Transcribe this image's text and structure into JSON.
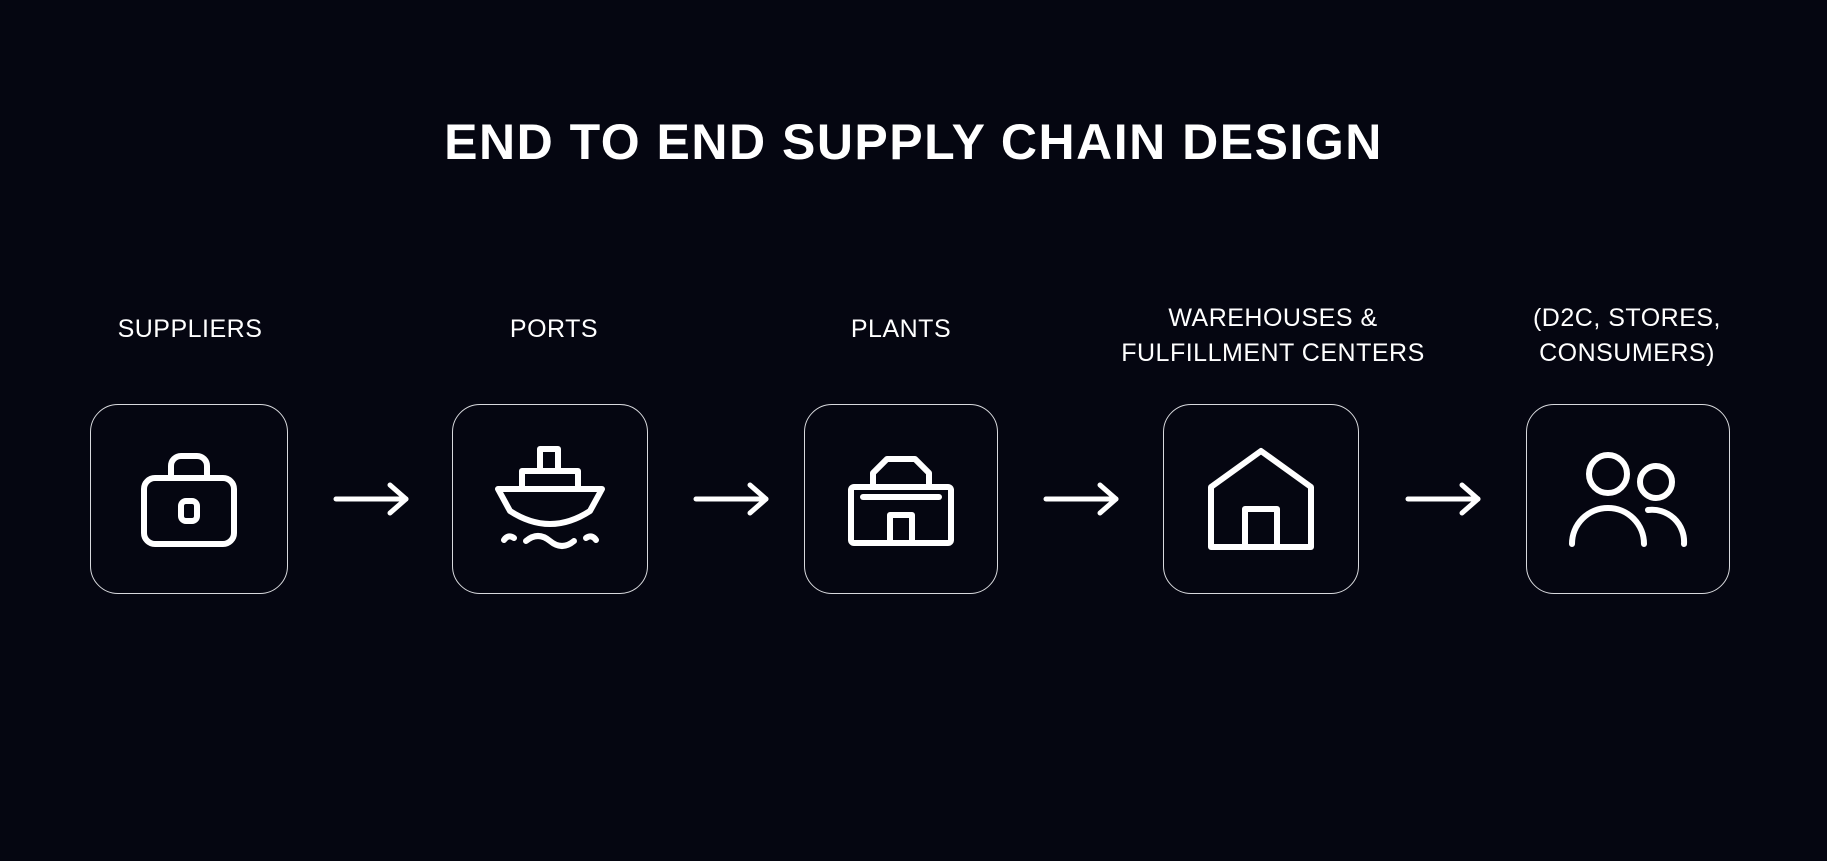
{
  "diagram": {
    "title": "END TO END SUPPLY CHAIN DESIGN",
    "stages": [
      {
        "label_lines": [
          "SUPPLIERS"
        ],
        "icon": "briefcase-icon"
      },
      {
        "label_lines": [
          "PORTS"
        ],
        "icon": "ship-icon"
      },
      {
        "label_lines": [
          "PLANTS"
        ],
        "icon": "plant-building-icon"
      },
      {
        "label_lines": [
          "WAREHOUSES &",
          "FULFILLMENT CENTERS"
        ],
        "icon": "house-icon"
      },
      {
        "label_lines": [
          "(D2C, STORES,",
          "CONSUMERS)"
        ],
        "icon": "people-icon"
      }
    ],
    "connectors": [
      "arrow-right-icon",
      "arrow-right-icon",
      "arrow-right-icon",
      "arrow-right-icon"
    ],
    "colors": {
      "background": "#050611",
      "foreground": "#ffffff",
      "box_border": "#d8d9dd"
    }
  }
}
